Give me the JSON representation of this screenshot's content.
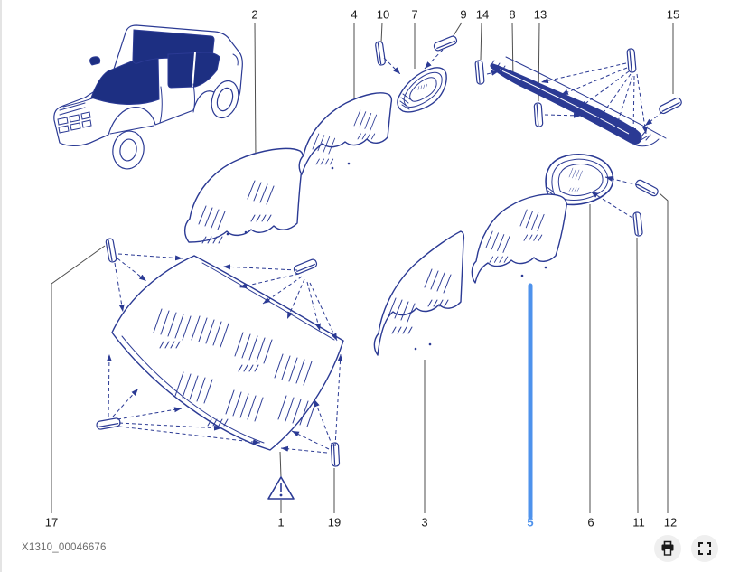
{
  "colors": {
    "canvas-bg": "#ffffff",
    "border": "#e4e4e4",
    "ink": "#2b3a94",
    "glass-fill": "#1d2f82",
    "leader": "#4d4d4d",
    "label": "#1a1a1a",
    "highlight": "#4e92ec",
    "footer-text": "#6b6b6b",
    "button-bg": "#efefef",
    "icon": "#1a1a1a"
  },
  "diagram": {
    "type": "exploded-parts-diagram",
    "subject": "vehicle glazing / windows",
    "selected_callout": "5",
    "callouts": [
      {
        "label": "2",
        "highlighted": false
      },
      {
        "label": "4",
        "highlighted": false
      },
      {
        "label": "10",
        "highlighted": false
      },
      {
        "label": "7",
        "highlighted": false
      },
      {
        "label": "9",
        "highlighted": false
      },
      {
        "label": "14",
        "highlighted": false
      },
      {
        "label": "8",
        "highlighted": false
      },
      {
        "label": "13",
        "highlighted": false
      },
      {
        "label": "15",
        "highlighted": false
      },
      {
        "label": "17",
        "highlighted": false
      },
      {
        "label": "1",
        "highlighted": false
      },
      {
        "label": "19",
        "highlighted": false
      },
      {
        "label": "3",
        "highlighted": false
      },
      {
        "label": "5",
        "highlighted": true
      },
      {
        "label": "6",
        "highlighted": false
      },
      {
        "label": "11",
        "highlighted": false
      },
      {
        "label": "12",
        "highlighted": false
      }
    ],
    "icons": [
      "warning-triangle-icon"
    ]
  },
  "footer": {
    "reference": "X1310_00046676",
    "icons": [
      "printer-icon",
      "fullscreen-icon"
    ]
  }
}
